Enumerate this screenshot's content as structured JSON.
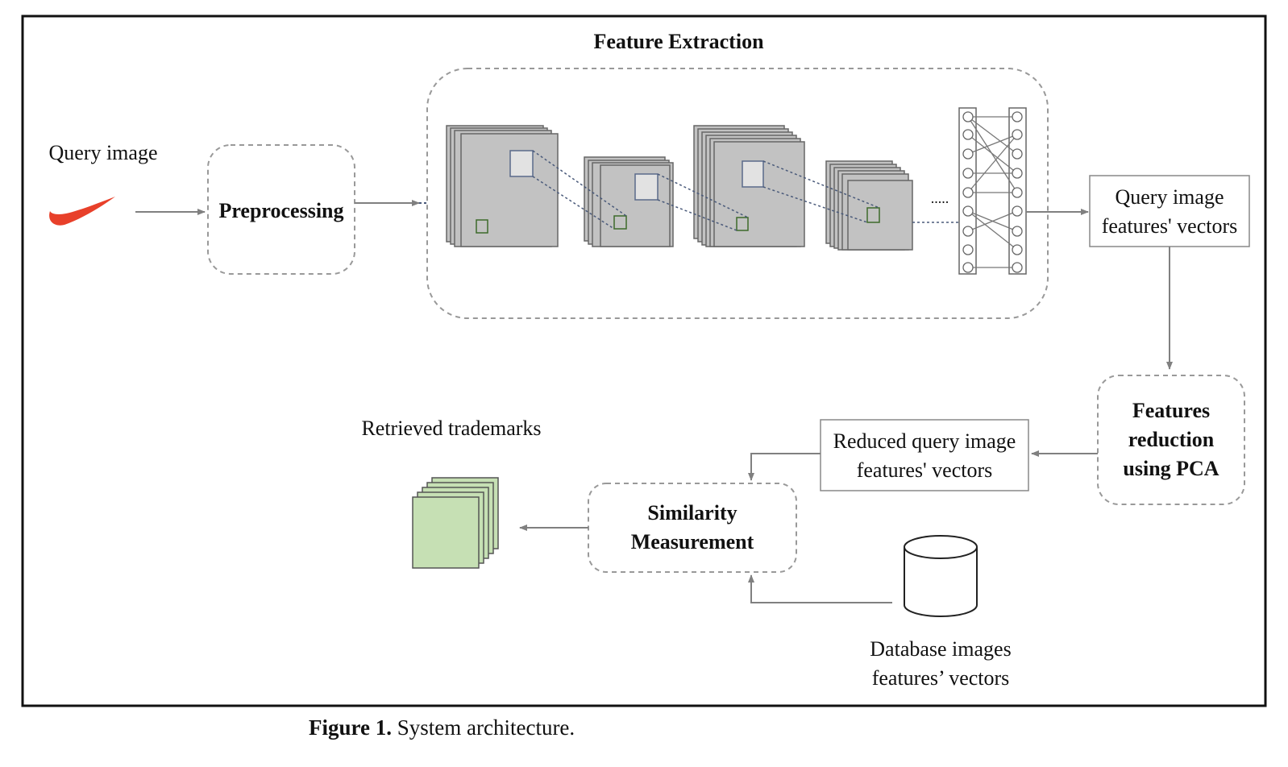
{
  "labels": {
    "feature_extraction": "Feature Extraction",
    "query_image": "Query image",
    "preprocessing": "Preprocessing",
    "query_vectors_1": "Query image",
    "query_vectors_2": "features' vectors",
    "features_reduction_1": "Features",
    "features_reduction_2": "reduction",
    "features_reduction_3": "using PCA",
    "reduced_vectors_1": "Reduced query image",
    "reduced_vectors_2": "features' vectors",
    "similarity_1": "Similarity",
    "similarity_2": "Measurement",
    "retrieved": "Retrieved trademarks",
    "database_1": "Database images",
    "database_2": "features’ vectors",
    "ellipsis": "....."
  },
  "caption": {
    "label": "Figure 1.",
    "text": " System architecture."
  },
  "colors": {
    "logo": "#e8402a",
    "feature_map": "#c2c2c2",
    "kernel": "#e2e2e2",
    "small_kernel_border": "#3d6b2a",
    "retrieved": "#c6e0b4",
    "line": "#808080",
    "frame": "#111111"
  },
  "icons": {
    "logo": "swoosh-logo-icon",
    "database": "database-cylinder-icon"
  }
}
